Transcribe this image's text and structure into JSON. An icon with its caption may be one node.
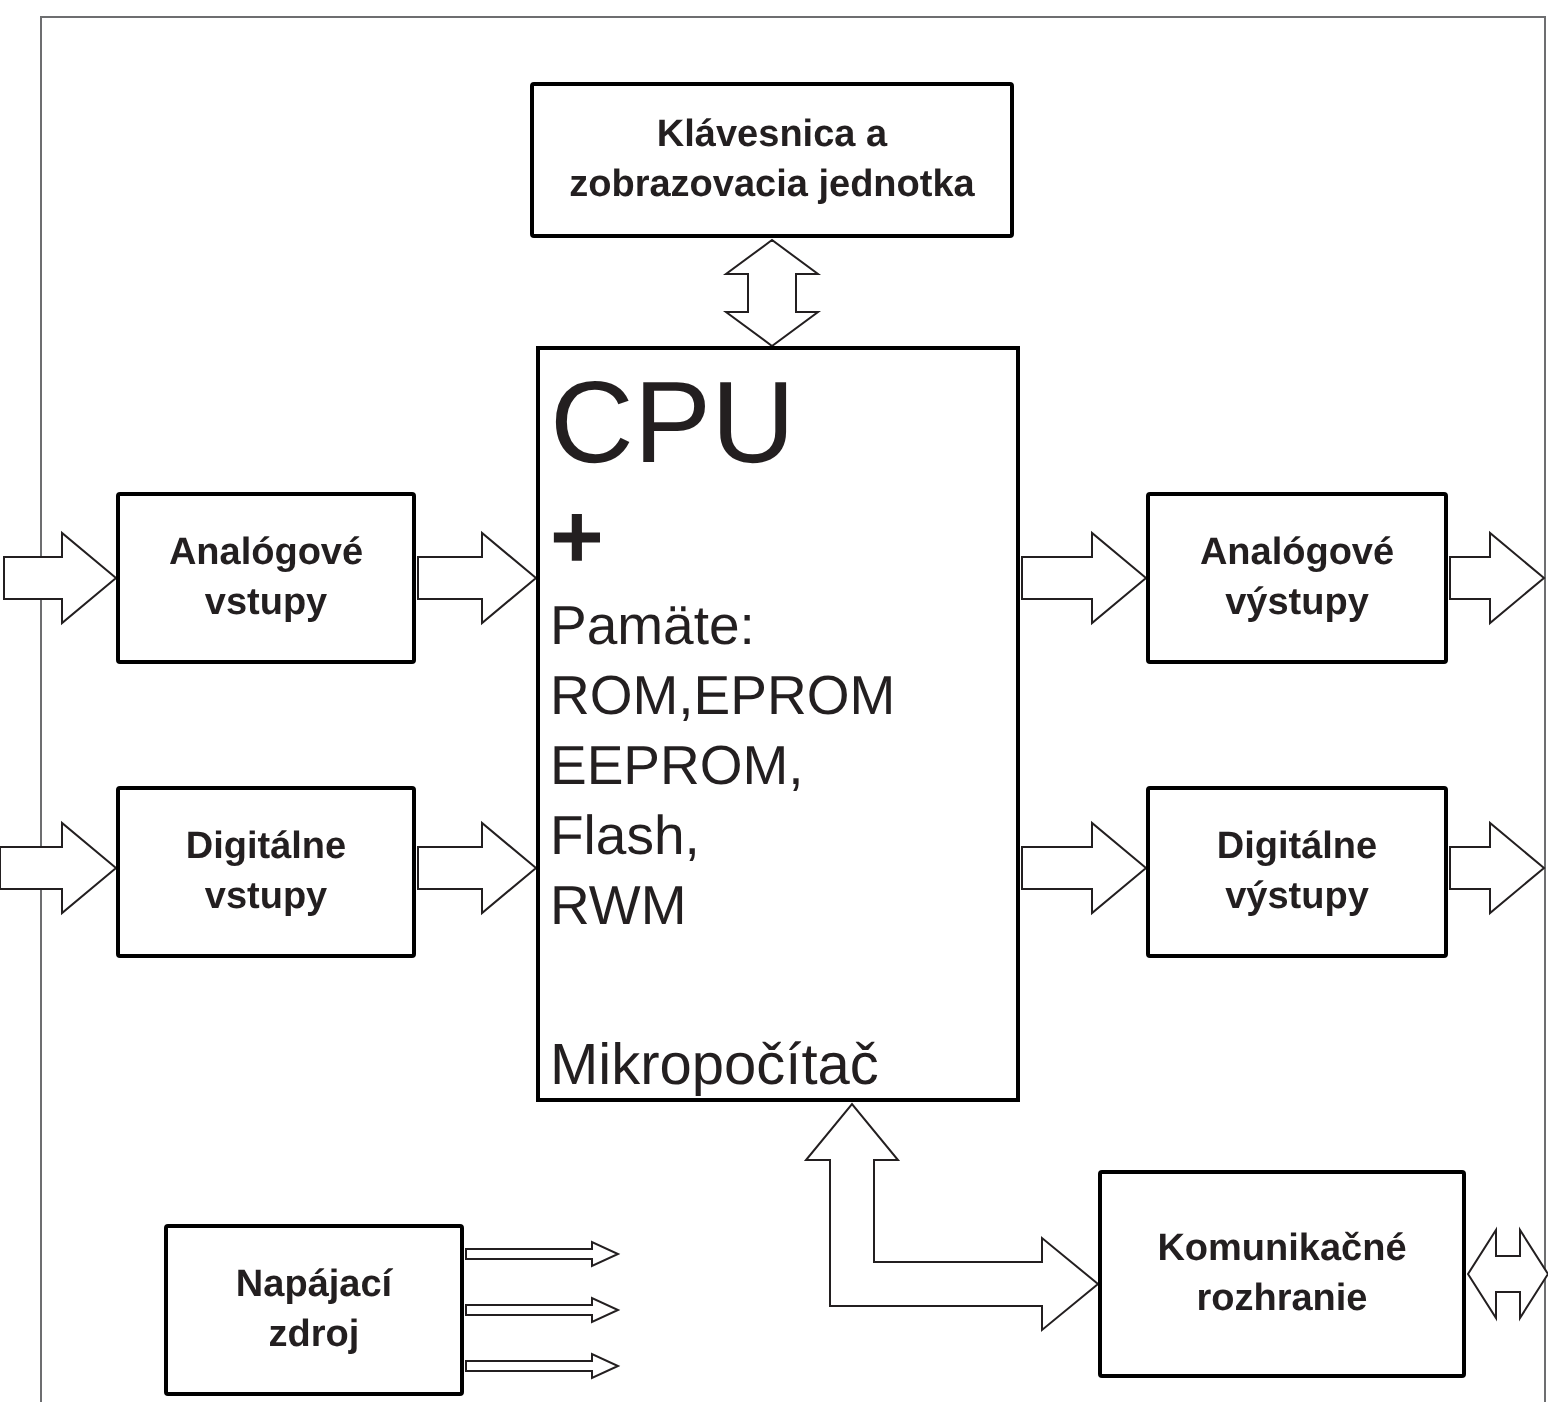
{
  "diagram": {
    "nodes": [
      {
        "text": [
          "Klávesnica a zobrazovacia jednotka"
        ]
      },
      {
        "text": [
          "CPU",
          "+",
          "Pamäte:",
          "ROM,EPROM",
          "EEPROM,",
          "Flash,",
          "RWM",
          "Mikropočítač"
        ]
      },
      {
        "text": [
          "Analógové vstupy"
        ]
      },
      {
        "text": [
          "Digitálne vstupy"
        ]
      },
      {
        "text": [
          "Analógové výstupy"
        ]
      },
      {
        "text": [
          "Digitálne výstupy"
        ]
      },
      {
        "text": [
          "Napájací zdroj"
        ]
      },
      {
        "text": [
          "Komunikačné rozhranie"
        ]
      }
    ],
    "edges": [
      {
        "from": null,
        "to": 2,
        "arrow": "to"
      },
      {
        "from": 2,
        "to": 1,
        "arrow": "to"
      },
      {
        "from": null,
        "to": 3,
        "arrow": "to"
      },
      {
        "from": 3,
        "to": 1,
        "arrow": "to"
      },
      {
        "from": 1,
        "to": 4,
        "arrow": "to"
      },
      {
        "from": 4,
        "to": null,
        "arrow": "to"
      },
      {
        "from": 1,
        "to": 5,
        "arrow": "to"
      },
      {
        "from": 5,
        "to": null,
        "arrow": "to"
      },
      {
        "from": 0,
        "to": 1,
        "arrow": "both"
      },
      {
        "from": 1,
        "to": 7,
        "arrow": "both"
      },
      {
        "from": 7,
        "to": null,
        "arrow": "both"
      },
      {
        "from": 6,
        "to": null,
        "arrow": "to"
      },
      {
        "from": 6,
        "to": null,
        "arrow": "to"
      },
      {
        "from": 6,
        "to": null,
        "arrow": "to"
      }
    ]
  }
}
